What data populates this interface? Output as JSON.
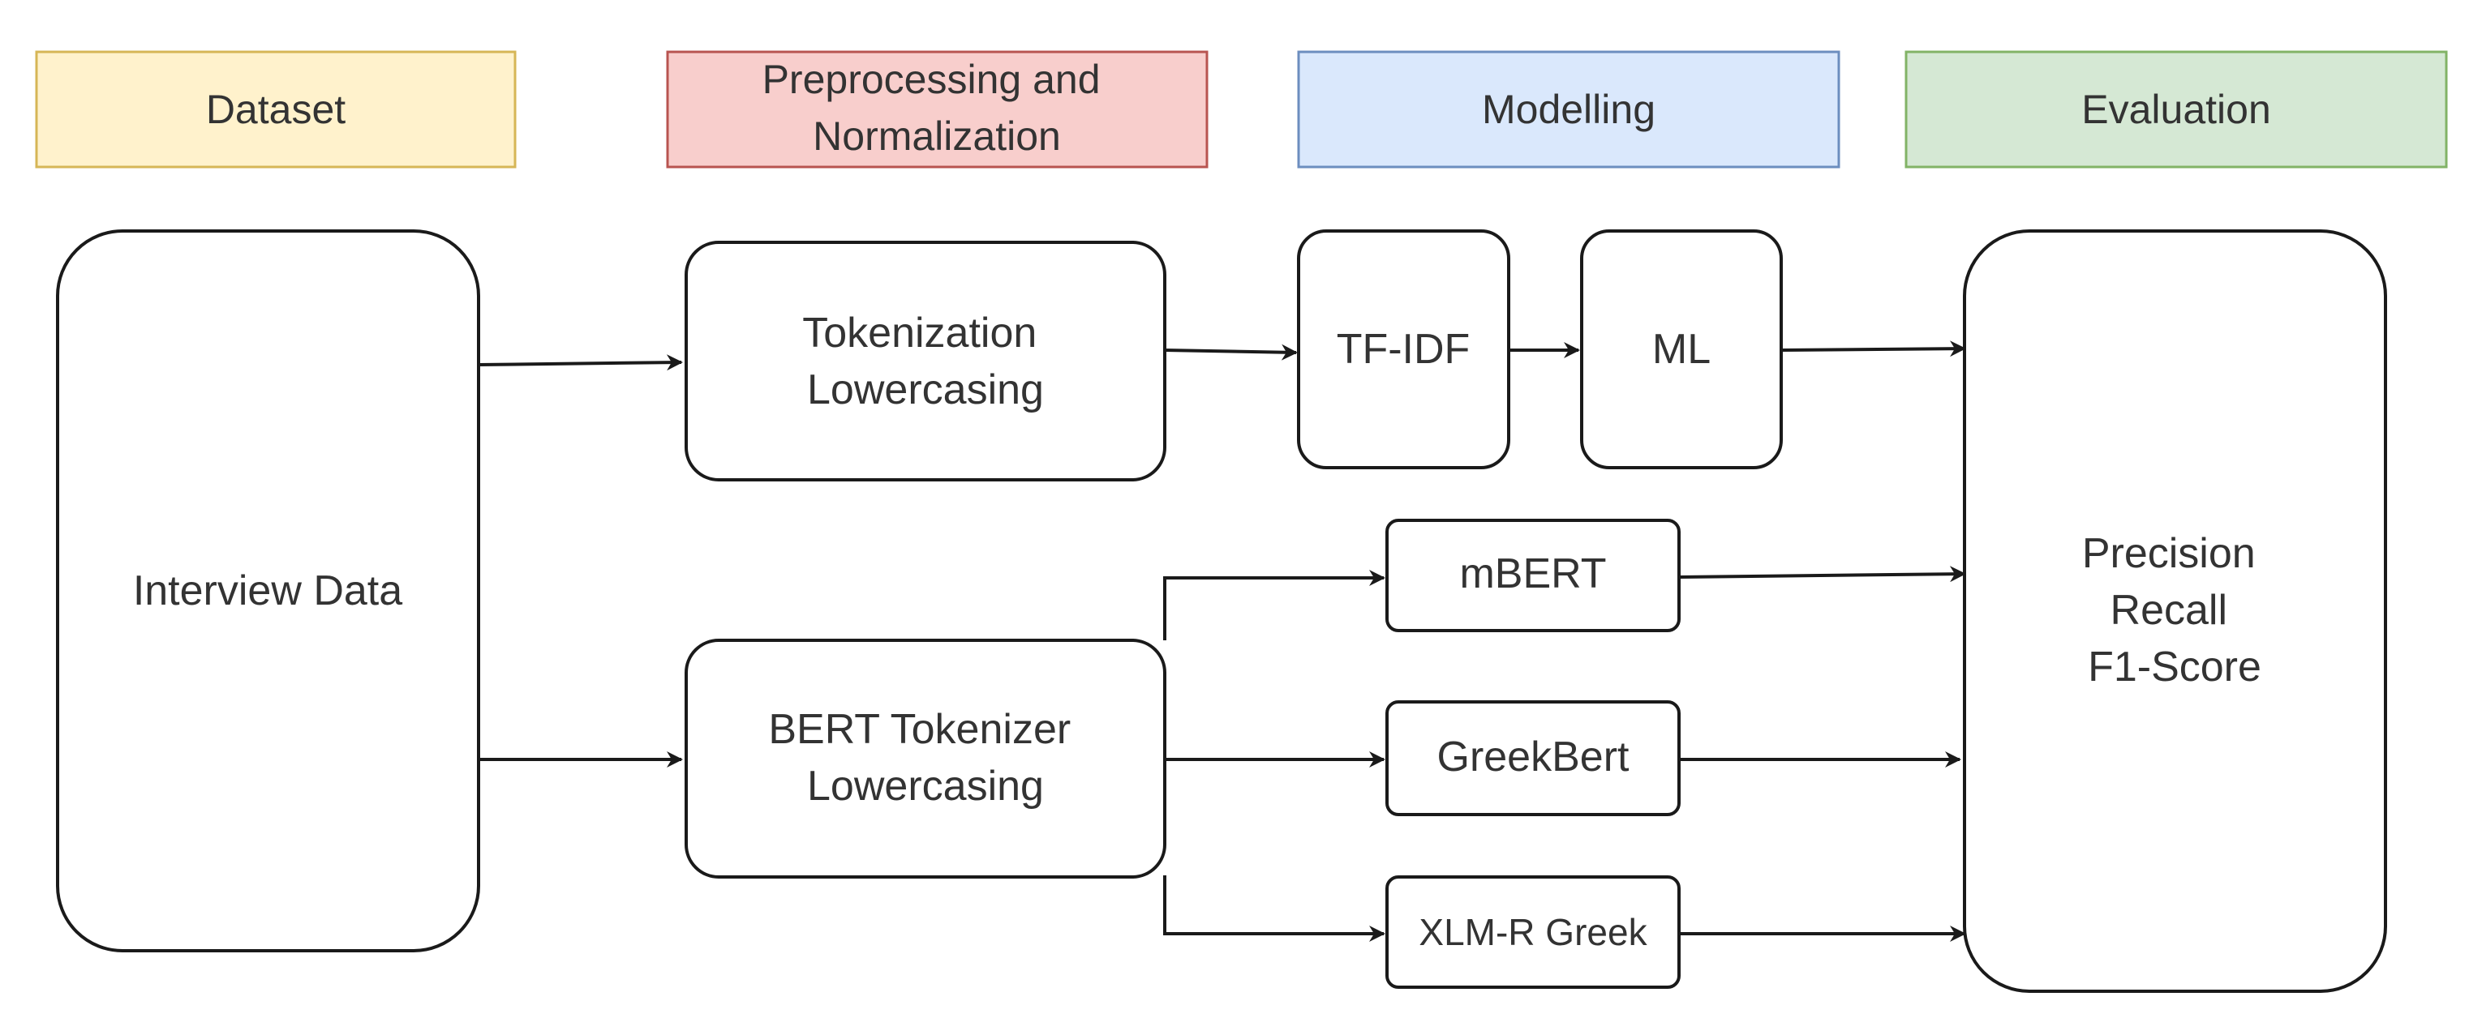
{
  "diagram": {
    "stages": [
      {
        "label": "Dataset",
        "fill": "#fff2cc",
        "stroke": "#d6b656"
      },
      {
        "label_lines": [
          "Preprocessing and",
          "Normalization"
        ],
        "fill": "#f8cecc",
        "stroke": "#b85450"
      },
      {
        "label": "Modelling",
        "fill": "#dae8fc",
        "stroke": "#6c8ebf"
      },
      {
        "label": "Evaluation",
        "fill": "#d5e8d4",
        "stroke": "#82b366"
      }
    ],
    "nodes": {
      "interview_data": "Interview Data",
      "tokenization": [
        "Tokenization",
        "Lowercasing"
      ],
      "bert_tokenizer": [
        "BERT Tokenizer",
        "Lowercasing"
      ],
      "tfidf": "TF-IDF",
      "ml": "ML",
      "mbert": "mBERT",
      "greekbert": "GreekBert",
      "xlmr": "XLM-R Greek",
      "metrics": [
        "Precision",
        "Recall",
        "F1-Score"
      ]
    },
    "edges": [
      {
        "from": "interview_data",
        "to": "tokenization"
      },
      {
        "from": "interview_data",
        "to": "bert_tokenizer"
      },
      {
        "from": "tokenization",
        "to": "tfidf"
      },
      {
        "from": "tfidf",
        "to": "ml"
      },
      {
        "from": "ml",
        "to": "metrics"
      },
      {
        "from": "bert_tokenizer",
        "to": "mbert"
      },
      {
        "from": "bert_tokenizer",
        "to": "greekbert"
      },
      {
        "from": "bert_tokenizer",
        "to": "xlmr"
      },
      {
        "from": "mbert",
        "to": "metrics"
      },
      {
        "from": "greekbert",
        "to": "metrics"
      },
      {
        "from": "xlmr",
        "to": "metrics"
      }
    ],
    "colors": {
      "node_stroke": "#1a1a1a",
      "text": "#333333",
      "edge": "#1a1a1a"
    }
  }
}
